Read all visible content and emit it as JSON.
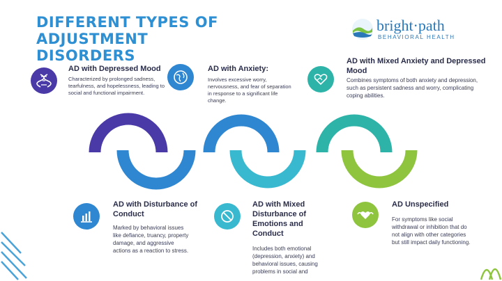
{
  "title": "DIFFERENT TYPES OF ADJUSTMENT DISORDERS",
  "logo": {
    "name": "bright·path",
    "tagline": "BEHAVIORAL HEALTH"
  },
  "types": [
    {
      "heading": "AD with Depressed Mood",
      "description": "Characterized by prolonged sadness, tearfulness, and hopelessness, leading to social and functional impairment.",
      "icon": "dna-icon",
      "color": "#4a3aa8"
    },
    {
      "heading": "AD with Anxiety:",
      "description": "Involves excessive worry, nervousness, and fear of separation in response to a significant life change.",
      "icon": "globe-icon",
      "color": "#2f86d1"
    },
    {
      "heading": "AD with Mixed Anxiety and Depressed Mood",
      "description": "Combines symptoms of both anxiety and depression, such as persistent sadness and worry, complicating coping abilities.",
      "icon": "heart-hands-icon",
      "color": "#2db3a8"
    },
    {
      "heading": "AD with Disturbance of Conduct",
      "description": "Marked by behavioral issues like defiance, truancy, property damage, and aggressive actions as a reaction to stress.",
      "icon": "bar-chart-icon",
      "color": "#2f86d1"
    },
    {
      "heading": "AD with Mixed Disturbance of Emotions and Conduct",
      "description": "Includes both emotional (depression, anxiety) and behavioral issues, causing problems in social and",
      "icon": "no-sign-icon",
      "color": "#38b9cf"
    },
    {
      "heading": "AD Unspecified",
      "description": "For symptoms like social withdrawal or inhibition that do not align with other categories but still impact daily functioning.",
      "icon": "muscle-heart-icon",
      "color": "#8fc43f"
    }
  ]
}
